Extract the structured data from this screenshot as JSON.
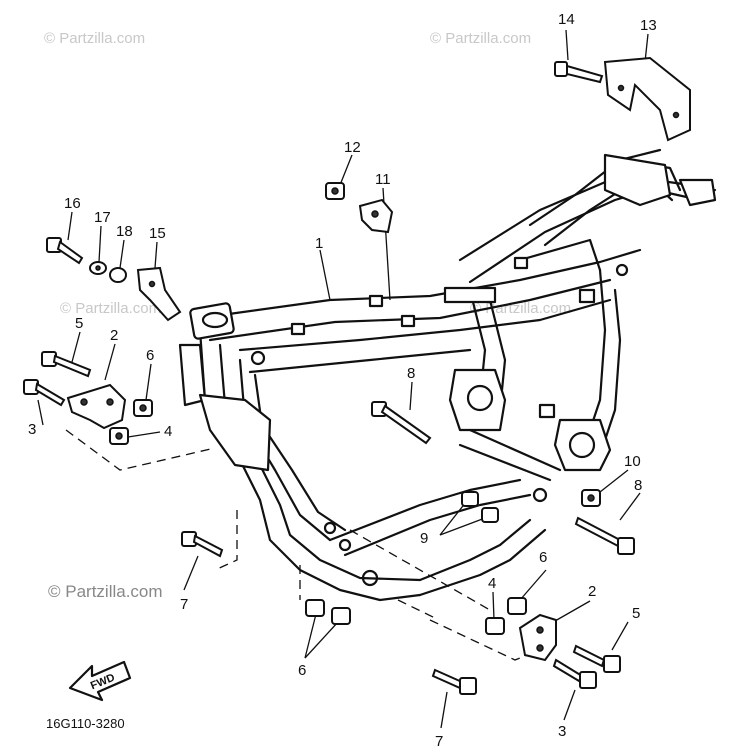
{
  "watermarks": [
    "© Partzilla.com",
    "© Partzilla.com",
    "© Partzilla.com",
    "© Partzilla.com",
    "© Partzilla.com"
  ],
  "diagram_code": "16G110-3280",
  "fwd_label": "FWD",
  "callouts": {
    "c14": "14",
    "c13": "13",
    "c12": "12",
    "c11": "11",
    "c16": "16",
    "c17": "17",
    "c18": "18",
    "c15": "15",
    "c5a": "5",
    "c2a": "2",
    "c6a": "6",
    "c3a": "3",
    "c4a": "4",
    "c8a": "8",
    "c10": "10",
    "c8b": "8",
    "c9": "9",
    "c7a": "7",
    "c6b": "6",
    "c4b": "4",
    "c2b": "2",
    "c5b": "5",
    "c6c": "6",
    "c7b": "7",
    "c3b": "3",
    "c1": "1"
  }
}
